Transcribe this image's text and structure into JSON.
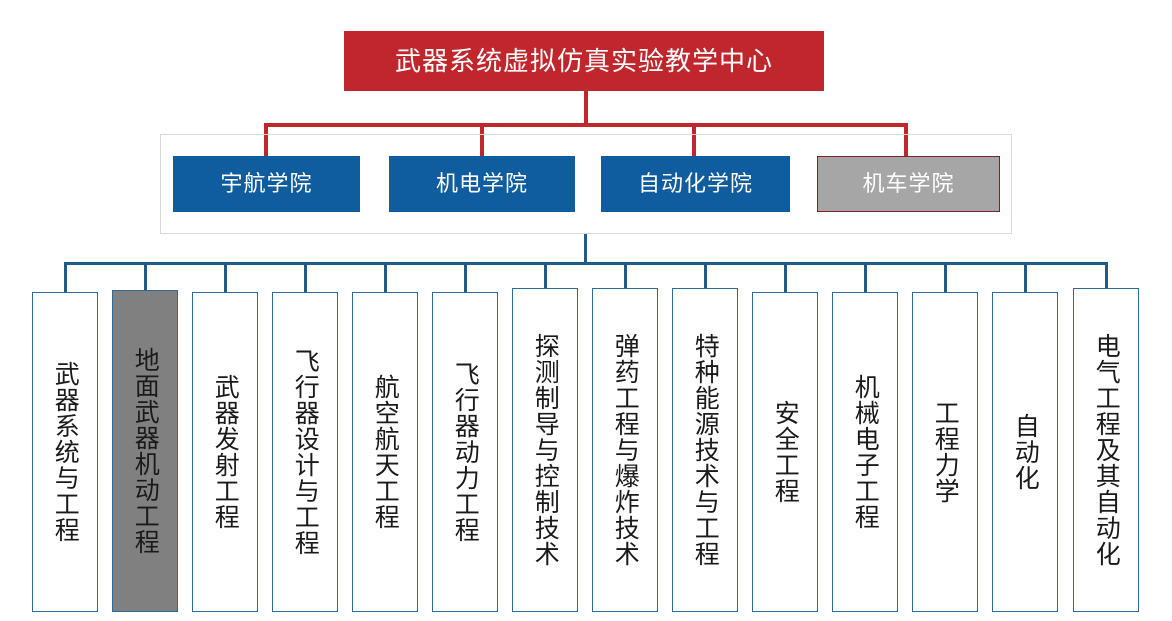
{
  "diagram": {
    "title": "武器系统虚拟仿真实验教学中心",
    "colors": {
      "root_fill": "#C0272D",
      "root_text": "#FFFFFF",
      "school_fill": "#0F5C9E",
      "school_inactive_fill": "#A6A6A6",
      "school_inactive_border": "#7B2329",
      "leaf_border": "#2E6A96",
      "leaf_fill": "#FFFFFF",
      "leaf_highlight_fill": "#808080",
      "red_connector": "#C0272D",
      "blue_connector": "#1F5C8B",
      "container_border": "#D9D9D9"
    },
    "level2": {
      "items": [
        {
          "label": "宇航学院",
          "style": "blue"
        },
        {
          "label": "机电学院",
          "style": "blue"
        },
        {
          "label": "自动化学院",
          "style": "blue"
        },
        {
          "label": "机车学院",
          "style": "grey"
        }
      ]
    },
    "level3": {
      "items": [
        {
          "label": "武器系统与工程",
          "highlighted": false
        },
        {
          "label": "地面武器机动工程",
          "highlighted": true
        },
        {
          "label": "武器发射工程",
          "highlighted": false
        },
        {
          "label": "飞行器设计与工程",
          "highlighted": false
        },
        {
          "label": "航空航天工程",
          "highlighted": false
        },
        {
          "label": "飞行器动力工程",
          "highlighted": false
        },
        {
          "label": "探测制导与控制技术",
          "highlighted": false
        },
        {
          "label": "弹药工程与爆炸技术",
          "highlighted": false
        },
        {
          "label": "特种能源技术与工程",
          "highlighted": false
        },
        {
          "label": "安全工程",
          "highlighted": false
        },
        {
          "label": "机械电子工程",
          "highlighted": false
        },
        {
          "label": "工程力学",
          "highlighted": false
        },
        {
          "label": "自动化",
          "highlighted": false
        },
        {
          "label": "电气工程及其自动化",
          "highlighted": false
        }
      ]
    }
  }
}
